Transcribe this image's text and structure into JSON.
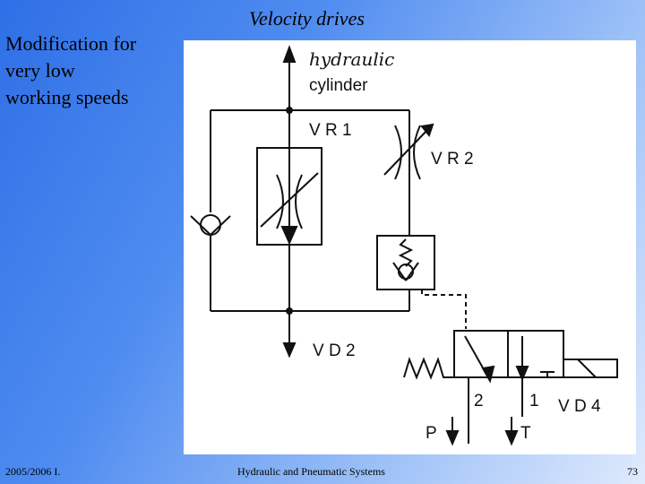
{
  "title": "Velocity drives",
  "side_note": [
    "Modification for",
    "very low",
    "working speeds"
  ],
  "diagram": {
    "cylinder_label_handwritten": "hydraulic",
    "cylinder_label": "cylinder",
    "vr1": "V R 1",
    "vr2": "V R 2",
    "vd2": "V D 2",
    "vd4": "V D 4",
    "port_2": "2",
    "port_1": "1",
    "port_p": "P",
    "port_t": "T"
  },
  "footer": {
    "left": "2005/2006 I.",
    "center": "Hydraulic and Pneumatic Systems",
    "page": "73"
  }
}
